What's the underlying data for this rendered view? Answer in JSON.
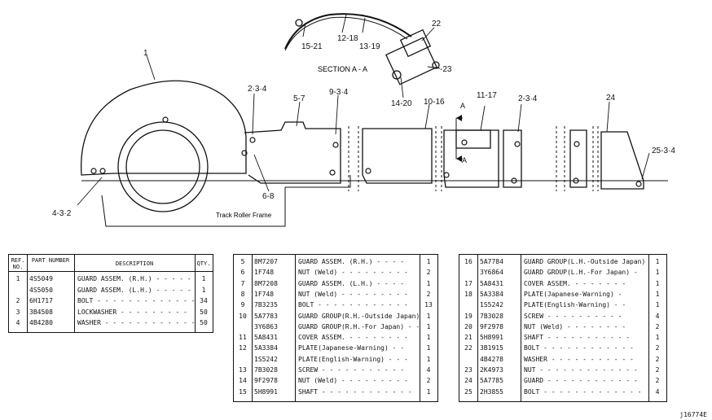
{
  "drawing": {
    "labels": {
      "l1": "1",
      "l2_3_4a": "2·3·4",
      "l5_7": "5-7",
      "l9_3_4": "9-3·4",
      "l10_16": "10-16",
      "l11_17": "11-17",
      "l2_3_4b": "2-3·4",
      "l24": "24",
      "l25_3_4": "25-3·4",
      "l4_3_2": "4-3·2",
      "l6_8": "6-8",
      "l15_21": "15-21",
      "l12_18": "12-18",
      "l13_19": "13·19",
      "l22": "22",
      "l23": "-23",
      "l14_20": "14-20",
      "section": "SECTION A - A",
      "secA1": "A",
      "secA2": "A",
      "frame": "Track Roller Frame"
    }
  },
  "table1": {
    "headers": {
      "ref": "REF. NO.",
      "part": "PART NUMBER",
      "desc": "DESCRIPTION",
      "qty": "QTY."
    },
    "rows": [
      {
        "ref": "1",
        "part": "4S5049",
        "desc": "GUARD ASSEM. (R.H.) - - - - -",
        "qty": "1"
      },
      {
        "ref": "",
        "part": "4S5050",
        "desc": "GUARD ASSEM. (L.H.) - - - - -",
        "qty": "1"
      },
      {
        "ref": "2",
        "part": "6H1717",
        "desc": "BOLT - - - - - - - - - - - - -",
        "qty": "34"
      },
      {
        "ref": "3",
        "part": "3B4508",
        "desc": "LOCKWASHER - - - - - - - - -",
        "qty": "50"
      },
      {
        "ref": "4",
        "part": "4B4280",
        "desc": "WASHER - - - - - - - - - - - -",
        "qty": "50"
      }
    ]
  },
  "table2": {
    "rows": [
      {
        "ref": "5",
        "part": "8M7207",
        "desc": "GUARD ASSEM. (R.H.) - - - -",
        "qty": "1"
      },
      {
        "ref": "6",
        "part": "1F748",
        "desc": "NUT (Weld) - - - - - - - - -",
        "qty": "2"
      },
      {
        "ref": "7",
        "part": "8M7208",
        "desc": "GUARD ASSEM. (L.H.) - - - -",
        "qty": "1"
      },
      {
        "ref": "8",
        "part": "1F748",
        "desc": "NUT (Weld) - - - - - - - - -",
        "qty": "2"
      },
      {
        "ref": "9",
        "part": "7B3235",
        "desc": "BOLT - - - - - - - - - - - -",
        "qty": "13"
      },
      {
        "ref": "10",
        "part": "5A7783",
        "desc": "GUARD GROUP(R.H.-Outside Japan)",
        "qty": "1"
      },
      {
        "ref": "",
        "part": "3Y6863",
        "desc": "GUARD GROUP(R.H.-For Japan) - -",
        "qty": "1"
      },
      {
        "ref": "11",
        "part": "5A8431",
        "desc": "COVER ASSEM. - - - - - - - -",
        "qty": "1"
      },
      {
        "ref": "12",
        "part": "5A3384",
        "desc": "PLATE(Japanese-Warning) - -",
        "qty": "1"
      },
      {
        "ref": "",
        "part": "1S5242",
        "desc": "PLATE(English-Warning) - - -",
        "qty": "1"
      },
      {
        "ref": "13",
        "part": "7B3028",
        "desc": "SCREW - - - - - - - - - - -",
        "qty": "4"
      },
      {
        "ref": "14",
        "part": "9F2978",
        "desc": "NUT (Weld) - - - - - - - - -",
        "qty": "2"
      },
      {
        "ref": "15",
        "part": "5H8991",
        "desc": "SHAFT - - - - - - - - - - - -",
        "qty": "1"
      }
    ]
  },
  "table3": {
    "rows": [
      {
        "ref": "16",
        "part": "5A7784",
        "desc": "GUARD GROUP(L.H.-Outside Japan)",
        "qty": "1"
      },
      {
        "ref": "",
        "part": "3Y6864",
        "desc": "GUARD GROUP(L.H.-For Japan) -",
        "qty": "1"
      },
      {
        "ref": "17",
        "part": "5A8431",
        "desc": "COVER ASSEM. - - - - - - -",
        "qty": "1"
      },
      {
        "ref": "18",
        "part": "5A3384",
        "desc": "PLATE(Japanese-Warning) -",
        "qty": "1"
      },
      {
        "ref": "",
        "part": "1S5242",
        "desc": "PLATE(English-Warning) - -",
        "qty": "1"
      },
      {
        "ref": "19",
        "part": "7B3028",
        "desc": "SCREW - - - - - - - - - -",
        "qty": "4"
      },
      {
        "ref": "20",
        "part": "9F2978",
        "desc": "NUT (Weld) - - - - - - - -",
        "qty": "2"
      },
      {
        "ref": "21",
        "part": "5H8991",
        "desc": "SHAFT - - - - - - - - - - -",
        "qty": "1"
      },
      {
        "ref": "22",
        "part": "3B1915",
        "desc": "BOLT - - - - - - - - - - - -",
        "qty": "2"
      },
      {
        "ref": "",
        "part": "4B4278",
        "desc": "WASHER - - - - - - - - - - -",
        "qty": "2"
      },
      {
        "ref": "23",
        "part": "2K4973",
        "desc": "NUT - - - - - - - - - - - - -",
        "qty": "2"
      },
      {
        "ref": "24",
        "part": "5A7785",
        "desc": "GUARD - - - - - - - - - - - -",
        "qty": "2"
      },
      {
        "ref": "25",
        "part": "2H3855",
        "desc": "BOLT - - - - - - - - - - - - -",
        "qty": "4"
      }
    ]
  },
  "code": "j16774E"
}
